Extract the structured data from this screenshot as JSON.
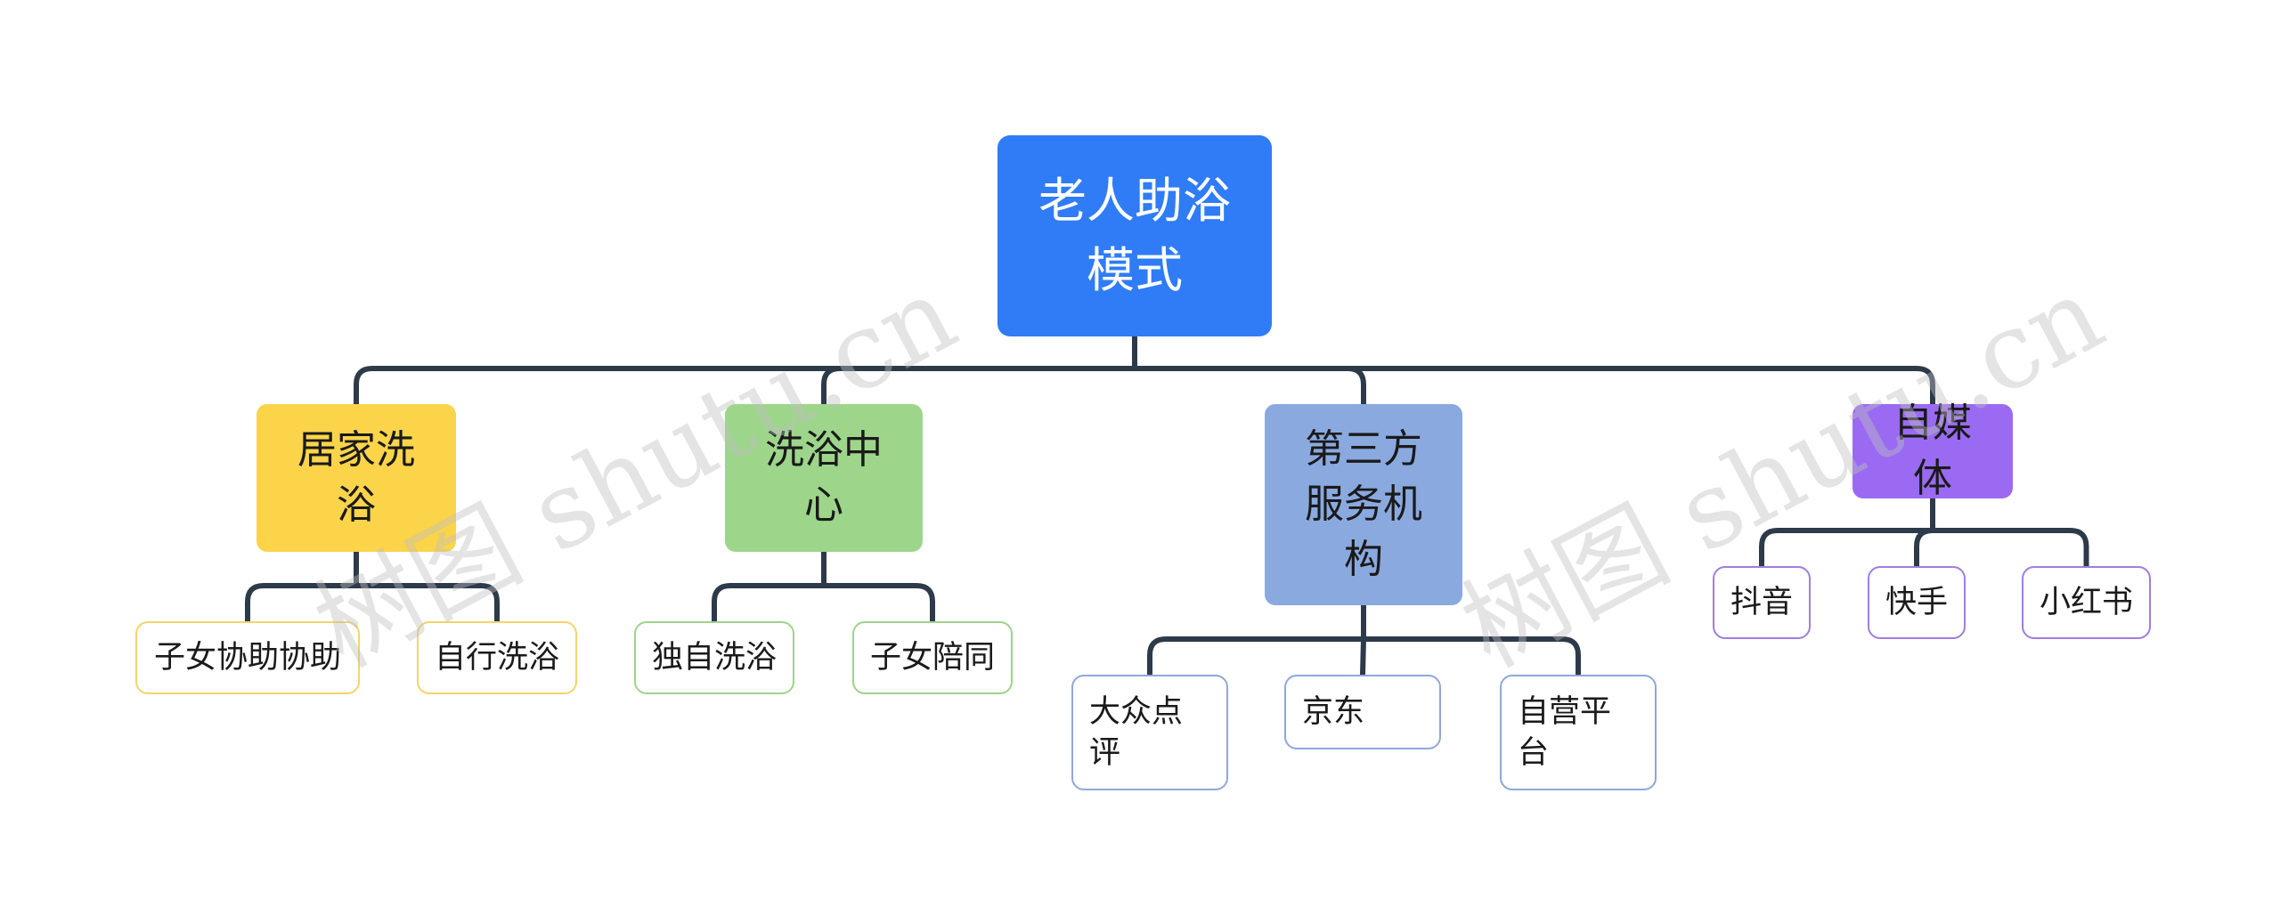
{
  "colors": {
    "connector": "#2d3a4a",
    "root_bg": "#2f7cf6",
    "root_text": "#ffffff"
  },
  "watermark": "树图 shutu.cn",
  "root": {
    "label": "老人助浴模式"
  },
  "branches": [
    {
      "label": "居家洗浴",
      "color": "#fbd44a",
      "leaf_border": "#f3d46a",
      "leaves": [
        "子女协助协助",
        "自行洗浴"
      ]
    },
    {
      "label": "洗浴中心",
      "color": "#9dd68a",
      "leaf_border": "#9fd38c",
      "leaves": [
        "独自洗浴",
        "子女陪同"
      ]
    },
    {
      "label": "第三方服务机构",
      "color": "#8aa9df",
      "leaf_border": "#8fa8d8",
      "leaves": [
        "大众点评",
        "京东",
        "自营平台"
      ]
    },
    {
      "label": "自媒体",
      "color": "#9a6bf2",
      "leaf_border": "#a17ddf",
      "leaves": [
        "抖音",
        "快手",
        "小红书"
      ]
    }
  ]
}
